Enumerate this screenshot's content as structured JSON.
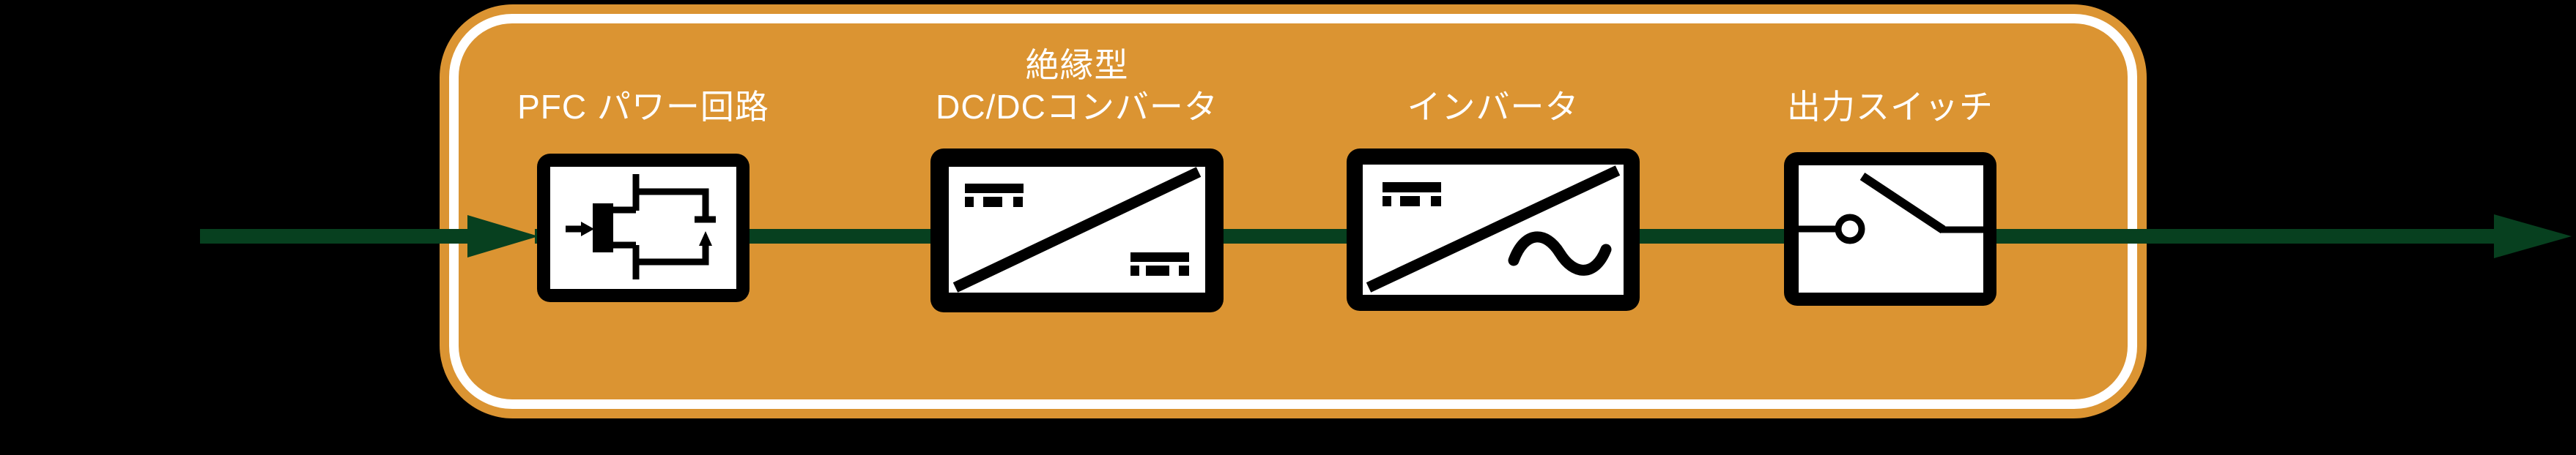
{
  "diagram": {
    "colors": {
      "background": "#000000",
      "panel": "#DB9432",
      "panel-border": "#FFFFFF",
      "flow": "#07401F",
      "ink": "#000000",
      "box-fill": "#FFFFFF",
      "label-text": "#FFFFFF"
    },
    "flow_arrow": {
      "direction": "left-to-right"
    },
    "blocks": [
      {
        "name": "pfc-power-stage",
        "icon": "igbt-transistor-icon",
        "label_lines": [
          "PFC パワー回路"
        ]
      },
      {
        "name": "isolated-dcdc-converter",
        "icon": "dc-dc-converter-icon",
        "label_lines": [
          "絶縁型",
          "DC/DCコンバータ"
        ]
      },
      {
        "name": "inverter",
        "icon": "dc-ac-inverter-icon",
        "label_lines": [
          "インバータ"
        ]
      },
      {
        "name": "output-switch",
        "icon": "output-switch-icon",
        "label_lines": [
          "出力スイッチ"
        ]
      }
    ]
  }
}
